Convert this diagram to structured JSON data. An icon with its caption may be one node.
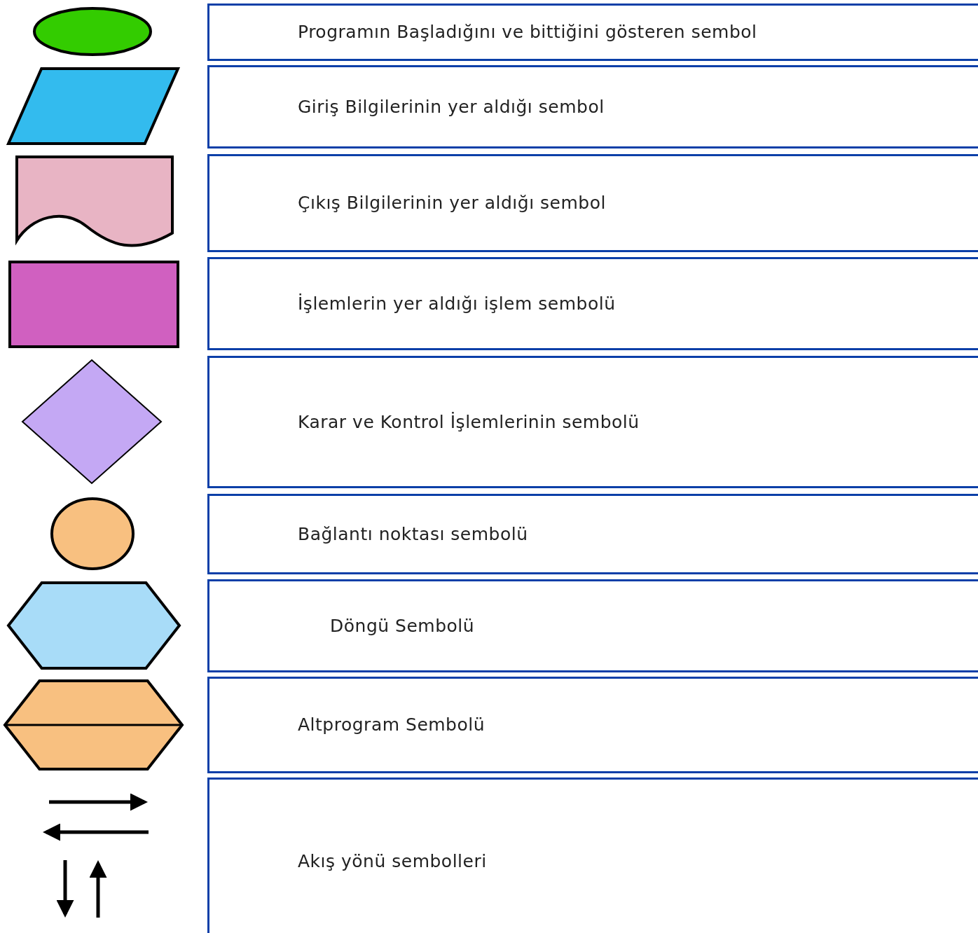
{
  "diagram": {
    "nodes": [
      {
        "text": [],
        "shape": "ellipse"
      },
      {
        "text": [
          "Programın Başladığını ve bittiğini gösteren sembol"
        ]
      },
      {
        "text": [],
        "shape": "parallelogram"
      },
      {
        "text": [
          "Giriş Bilgilerinin yer aldığı sembol"
        ]
      },
      {
        "text": [],
        "shape": "document"
      },
      {
        "text": [
          "Çıkış Bilgilerinin yer aldığı sembol"
        ]
      },
      {
        "text": [],
        "shape": "box"
      },
      {
        "text": [
          "İşlemlerin yer aldığı işlem sembolü"
        ]
      },
      {
        "text": [],
        "shape": "diamond"
      },
      {
        "text": [
          "Karar ve Kontrol İşlemlerinin sembolü"
        ]
      },
      {
        "text": [],
        "shape": "circle"
      },
      {
        "text": [
          "Bağlantı noktası sembolü"
        ]
      },
      {
        "text": [],
        "shape": "hexagon"
      },
      {
        "text": [
          "Döngü Sembolü"
        ]
      },
      {
        "text": [],
        "shape": "hexagon"
      },
      {
        "text": [
          "Altprogram Sembolü"
        ]
      },
      {
        "text": [
          "Akış yönü sembolleri"
        ]
      }
    ]
  }
}
